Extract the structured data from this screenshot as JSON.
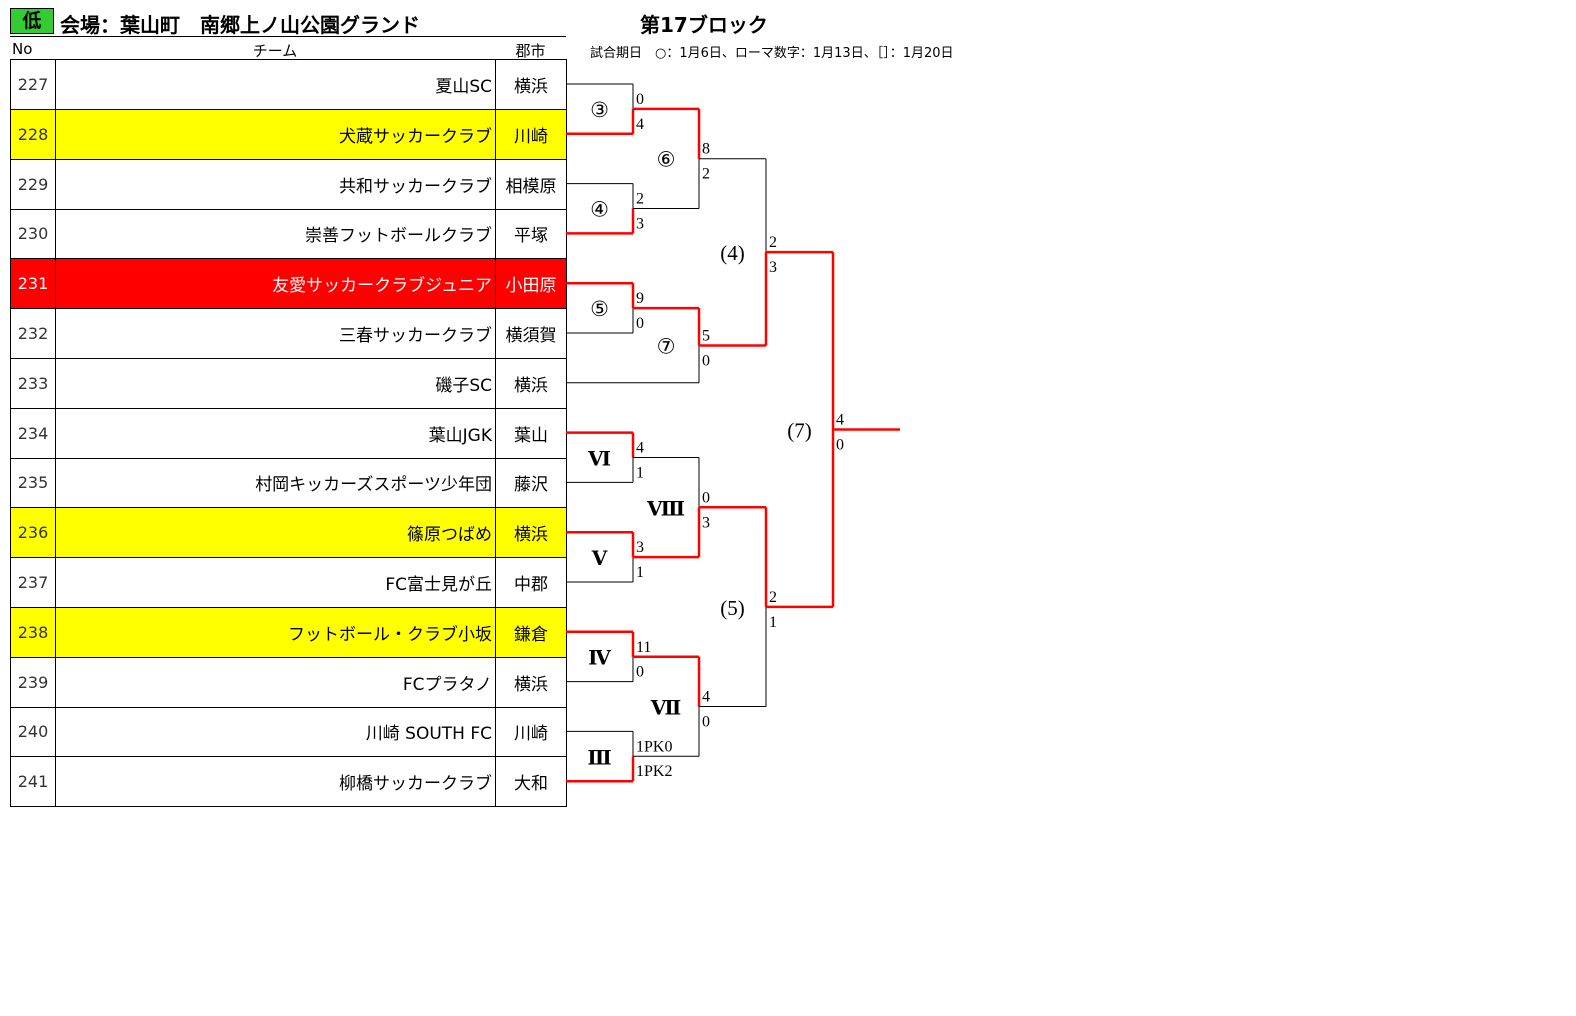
{
  "header": {
    "badge": "低",
    "venue": "会場：葉山町　南郷上ノ山公園グランド",
    "block": "第17ブロック",
    "note": "試合期日　○：1月6日、ローマ数字：1月13日、［］：1月20日"
  },
  "columns": {
    "no": "No",
    "team": "チーム",
    "city": "郡市"
  },
  "colors": {
    "badge": "#33cc33",
    "highlight": "#ffff00",
    "seed": "#ff0000",
    "winner_line": "#ff0000"
  },
  "teams": [
    {
      "no": "227",
      "name": "夏山SC",
      "city": "横浜",
      "style": "plain"
    },
    {
      "no": "228",
      "name": "犬蔵サッカークラブ",
      "city": "川崎",
      "style": "yellow"
    },
    {
      "no": "229",
      "name": "共和サッカークラブ",
      "city": "相模原",
      "style": "plain"
    },
    {
      "no": "230",
      "name": "崇善フットボールクラブ",
      "city": "平塚",
      "style": "plain"
    },
    {
      "no": "231",
      "name": "友愛サッカークラブジュニア",
      "city": "小田原",
      "style": "red"
    },
    {
      "no": "232",
      "name": "三春サッカークラブ",
      "city": "横須賀",
      "style": "plain"
    },
    {
      "no": "233",
      "name": "磯子SC",
      "city": "横浜",
      "style": "plain"
    },
    {
      "no": "234",
      "name": "葉山JGK",
      "city": "葉山",
      "style": "plain"
    },
    {
      "no": "235",
      "name": "村岡キッカーズスポーツ少年団",
      "city": "藤沢",
      "style": "plain"
    },
    {
      "no": "236",
      "name": "篠原つばめ",
      "city": "横浜",
      "style": "yellow"
    },
    {
      "no": "237",
      "name": "FC富士見が丘",
      "city": "中郡",
      "style": "plain"
    },
    {
      "no": "238",
      "name": "フットボール・クラブ小坂",
      "city": "鎌倉",
      "style": "yellow"
    },
    {
      "no": "239",
      "name": "FCプラタノ",
      "city": "横浜",
      "style": "plain"
    },
    {
      "no": "240",
      "name": "川崎 SOUTH FC",
      "city": "川崎",
      "style": "plain"
    },
    {
      "no": "241",
      "name": "柳橋サッカークラブ",
      "city": "大和",
      "style": "plain"
    }
  ],
  "bracket": {
    "matches": [
      {
        "label": "③",
        "scores": [
          "0",
          "4"
        ],
        "winner": "bottom"
      },
      {
        "label": "④",
        "scores": [
          "2",
          "3"
        ],
        "winner": "bottom"
      },
      {
        "label": "⑤",
        "scores": [
          "9",
          "0"
        ],
        "winner": "top"
      },
      {
        "label": "Ⅵ",
        "scores": [
          "4",
          "1"
        ],
        "winner": "top"
      },
      {
        "label": "Ⅴ",
        "scores": [
          "3",
          "1"
        ],
        "winner": "top"
      },
      {
        "label": "Ⅳ",
        "scores": [
          "11",
          "0"
        ],
        "winner": "top"
      },
      {
        "label": "Ⅲ",
        "scores": [
          "1PK0",
          "1PK2"
        ],
        "winner": "bottom"
      },
      {
        "label": "⑥",
        "scores": [
          "8",
          "2"
        ],
        "winner": "top"
      },
      {
        "label": "⑦",
        "scores": [
          "5",
          "0"
        ],
        "winner": "top"
      },
      {
        "label": "Ⅷ",
        "scores": [
          "0",
          "3"
        ],
        "winner": "bottom"
      },
      {
        "label": "Ⅶ",
        "scores": [
          "4",
          "0"
        ],
        "winner": "top"
      },
      {
        "label": "(4)",
        "scores": [
          "2",
          "3"
        ],
        "winner": "bottom"
      },
      {
        "label": "(5)",
        "scores": [
          "2",
          "1"
        ],
        "winner": "top"
      },
      {
        "label": "(7)",
        "scores": [
          "4",
          "0"
        ],
        "winner": "top"
      }
    ]
  }
}
